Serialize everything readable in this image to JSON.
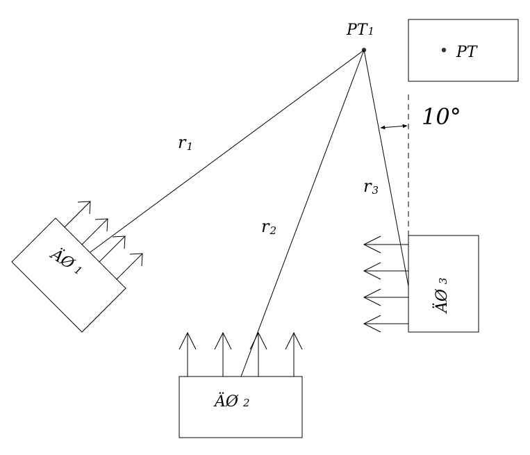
{
  "point": {
    "name": "PT",
    "subscript": "1"
  },
  "box_label": "PT",
  "angle_label": "10°",
  "distances": [
    {
      "name": "r",
      "subscript": "1"
    },
    {
      "name": "r",
      "subscript": "2"
    },
    {
      "name": "r",
      "subscript": "3"
    }
  ],
  "sources": [
    {
      "name": "ÄØ",
      "subscript": "1"
    },
    {
      "name": "ÄØ",
      "subscript": "2"
    },
    {
      "name": "ÄØ",
      "subscript": "3"
    }
  ],
  "colors": {
    "stroke": "#000000",
    "background": "#ffffff"
  }
}
